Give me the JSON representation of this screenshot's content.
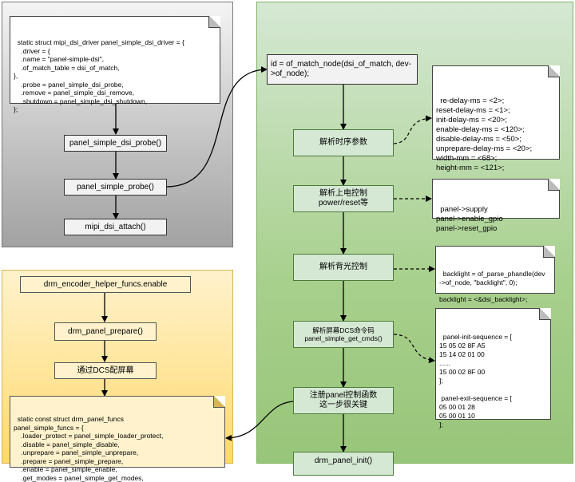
{
  "gray_section": {
    "struct_note": "static struct mipi_dsi_driver panel_simple_dsi_driver = {\n    .driver = {\n    .name = \"panel-simple-dsi\",\n    .of_match_table = dsi_of_match,\n},\n    .probe = panel_simple_dsi_probe,\n    .remove = panel_simple_dsi_remove,\n    .shutdown = panel_simple_dsi_shutdown,\n};",
    "dsi_probe": "panel_simple_dsi_probe()",
    "simple_probe": "panel_simple_probe()",
    "dsi_attach": "mipi_dsi_attach()"
  },
  "green_section": {
    "match_node": "id = of_match_node(dsi_of_match, dev->of_node);",
    "parse_timing": "解析时序参数",
    "parse_power": "解析上电控制\npower/reset等",
    "parse_backlight": "解析背光控制",
    "parse_dcs": "解析屏幕DCS命令码\npanel_simple_get_cmds()",
    "register_funcs": "注册panel控制函数\n这一步很关键",
    "panel_init": "drm_panel_init()",
    "timing_note": "re-delay-ms = <2>;\nreset-delay-ms = <1>;\ninit-delay-ms = <20>;\nenable-delay-ms = <120>;\ndisable-delay-ms = <50>;\nunprepare-delay-ms = <20>;\nwidth-mm = <68>;\nheight-mm = <121>;",
    "power_note": "panel->supply\npanel->enable_gpio\npanel->reset_gpio",
    "backlight_note": "backlight = of_parse_phandle(dev\n->of_node, \"backlight\", 0);\n\nbacklight = <&dsi_backlight>;",
    "dcs_note": "panel-init-sequence = [\n15 05 02 8F A5\n15 14 02 01 00\n......\n15 00 02 8F 00\n];\n\n panel-exit-sequence = [\n05 00 01 28\n05 00 01 10\n];"
  },
  "yellow_section": {
    "encoder_enable": "drm_encoder_helper_funcs.enable",
    "panel_prepare": "drm_panel_prepare()",
    "dcs_config": "通过DCS配屏幕",
    "funcs_note": "static const struct drm_panel_funcs\npanel_simple_funcs = {\n    .loader_protect = panel_simple_loader_protect,\n    .disable = panel_simple_disable,\n    .unprepare = panel_simple_unprepare,\n    .prepare = panel_simple_prepare,\n    .enable = panel_simple_enable,\n    .get_modes = panel_simple_get_modes,"
  }
}
